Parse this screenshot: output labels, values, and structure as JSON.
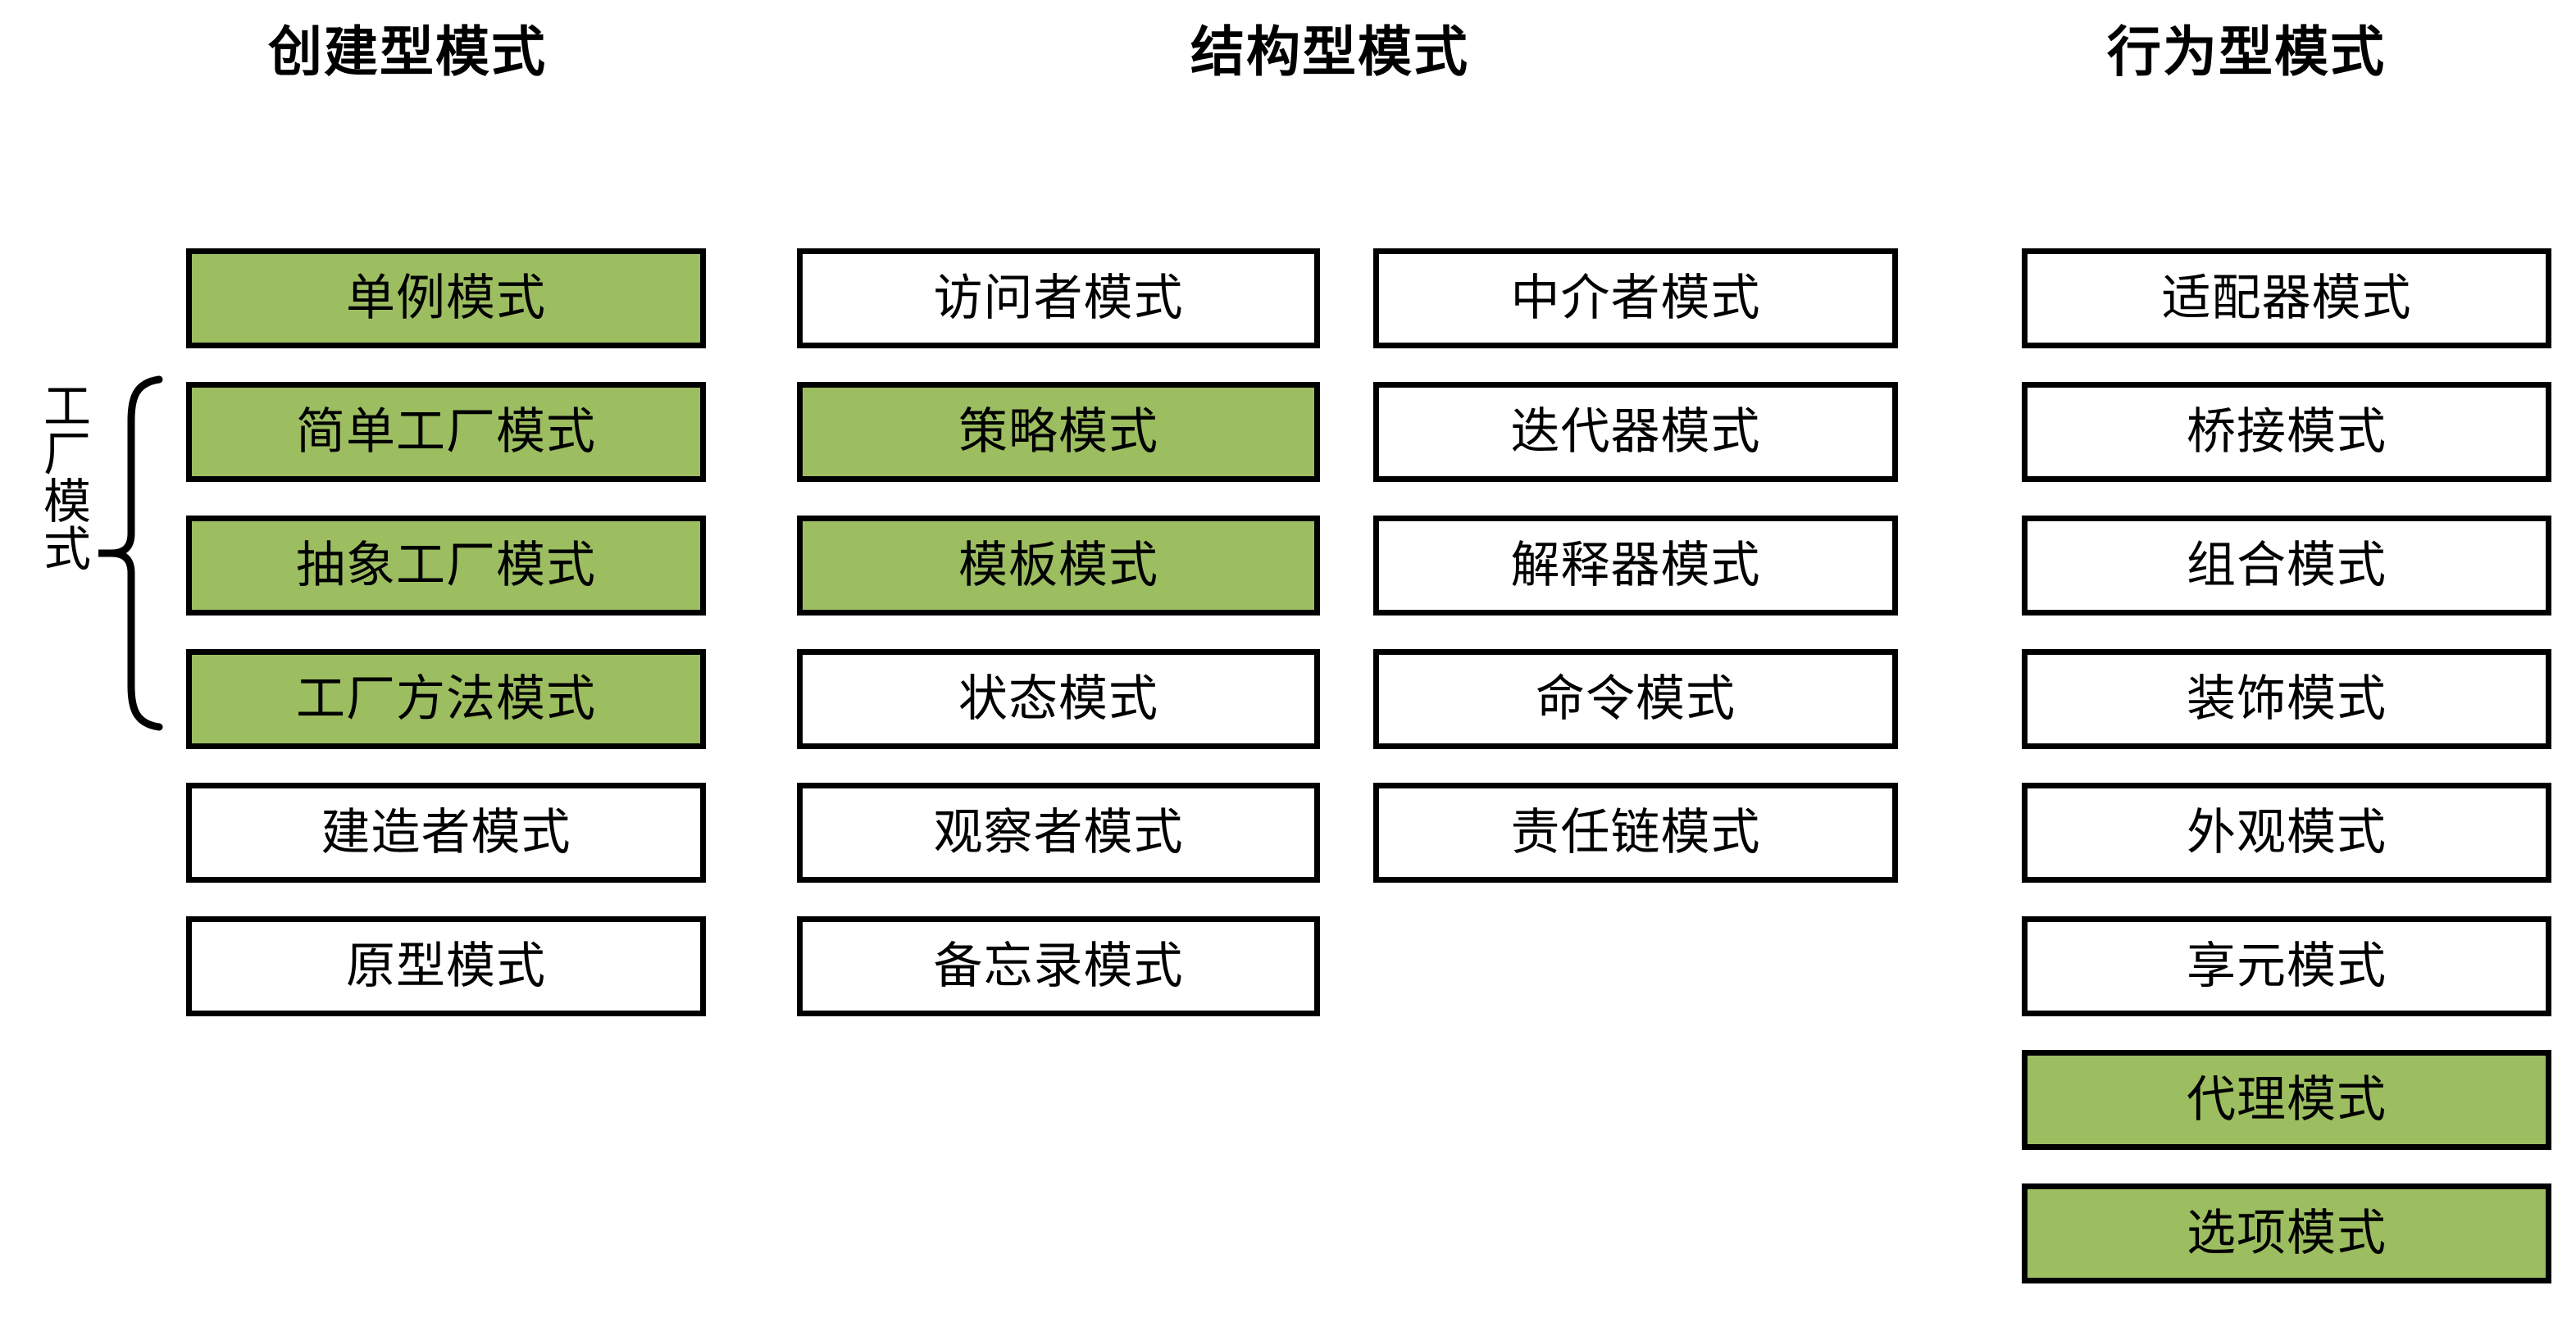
{
  "headings": {
    "creational": "创建型模式",
    "structural": "结构型模式",
    "behavioral": "行为型模式"
  },
  "group_label": {
    "factory": "工厂模式"
  },
  "colors": {
    "highlight_green": "#9cbd60",
    "box_border": "#000000",
    "box_background": "#ffffff",
    "text": "#000000",
    "page_background": "#ffffff"
  },
  "columns": [
    {
      "id": "creational",
      "heading": "创建型模式",
      "boxes": [
        {
          "label": "单例模式",
          "highlighted": true
        },
        {
          "label": "简单工厂模式",
          "highlighted": true
        },
        {
          "label": "抽象工厂模式",
          "highlighted": true
        },
        {
          "label": "工厂方法模式",
          "highlighted": true
        },
        {
          "label": "建造者模式",
          "highlighted": false
        },
        {
          "label": "原型模式",
          "highlighted": false
        }
      ]
    },
    {
      "id": "structural-a",
      "heading": "结构型模式",
      "boxes": [
        {
          "label": "访问者模式",
          "highlighted": false
        },
        {
          "label": "策略模式",
          "highlighted": true
        },
        {
          "label": "模板模式",
          "highlighted": true
        },
        {
          "label": "状态模式",
          "highlighted": false
        },
        {
          "label": "观察者模式",
          "highlighted": false
        },
        {
          "label": "备忘录模式",
          "highlighted": false
        }
      ]
    },
    {
      "id": "structural-b",
      "heading": "",
      "boxes": [
        {
          "label": "中介者模式",
          "highlighted": false
        },
        {
          "label": "迭代器模式",
          "highlighted": false
        },
        {
          "label": "解释器模式",
          "highlighted": false
        },
        {
          "label": "命令模式",
          "highlighted": false
        },
        {
          "label": "责任链模式",
          "highlighted": false
        }
      ]
    },
    {
      "id": "behavioral",
      "heading": "行为型模式",
      "boxes": [
        {
          "label": "适配器模式",
          "highlighted": false
        },
        {
          "label": "桥接模式",
          "highlighted": false
        },
        {
          "label": "组合模式",
          "highlighted": false
        },
        {
          "label": "装饰模式",
          "highlighted": false
        },
        {
          "label": "外观模式",
          "highlighted": false
        },
        {
          "label": "享元模式",
          "highlighted": false
        },
        {
          "label": "代理模式",
          "highlighted": true
        },
        {
          "label": "选项模式",
          "highlighted": true
        }
      ]
    }
  ]
}
